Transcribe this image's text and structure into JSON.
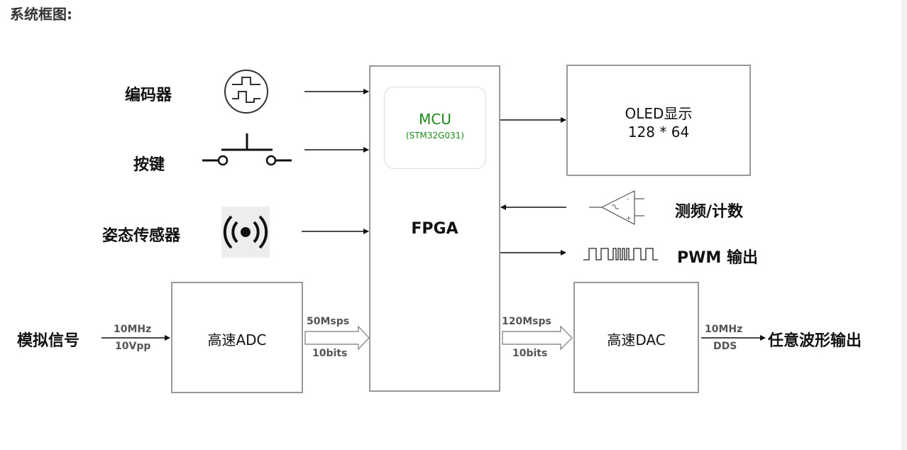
{
  "heading": "系统框图:",
  "inputs": {
    "encoder": "编码器",
    "button": "按键",
    "attitude_sensor": "姿态传感器",
    "analog_signal": "模拟信号"
  },
  "analog_link": {
    "top": "10MHz",
    "bottom": "10Vpp"
  },
  "adc": {
    "label": "高速ADC"
  },
  "adc_link": {
    "top": "50Msps",
    "bottom": "10bits"
  },
  "fpga": {
    "label": "FPGA"
  },
  "mcu": {
    "name": "MCU",
    "part": "(STM32G031)"
  },
  "oled": {
    "line1": "OLED显示",
    "line2": "128 * 64"
  },
  "freq_counter": "测频/计数",
  "pwm_output": "PWM 输出",
  "dac_link": {
    "top": "120Msps",
    "bottom": "10bits"
  },
  "dac": {
    "label": "高速DAC"
  },
  "dds_link": {
    "top": "10MHz",
    "bottom": "DDS"
  },
  "arbitrary_output": "任意波形输出",
  "colors": {
    "mcu_green": "#1a8a1a",
    "box_border": "#999999",
    "arrow": "#111111"
  }
}
